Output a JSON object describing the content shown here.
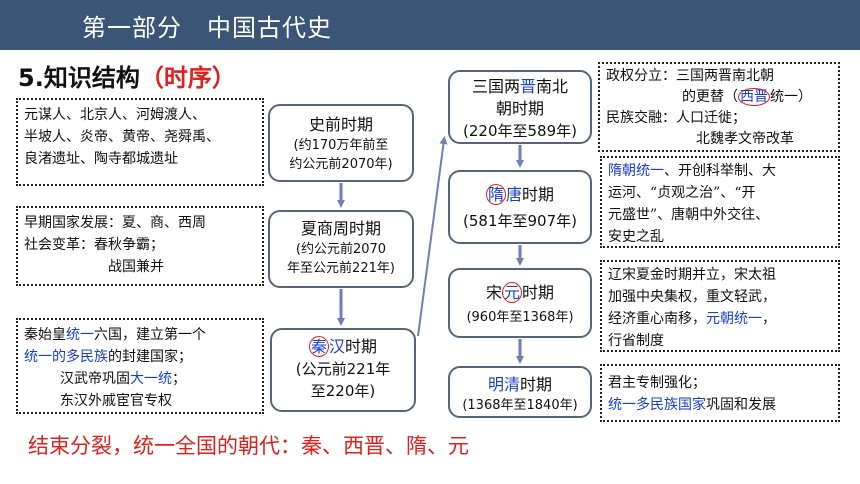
{
  "header": {
    "title": "第一部分　中国古代史"
  },
  "section": {
    "title": "5.知识结构",
    "subtitle": "（时序）"
  },
  "periods": {
    "prehistoric": {
      "name": "史前时期",
      "sub1": "(约170万年前至",
      "sub2": "约公元前2070年)"
    },
    "xsz": {
      "name": "夏商周时期",
      "sub1": "(约公元前2070",
      "sub2": "年至公元前221年)"
    },
    "qinhan": {
      "name_a": "秦",
      "name_b": "汉",
      "name_c": "时期",
      "sub1": "(公元前221年",
      "sub2": "至220年)"
    },
    "sanguo": {
      "name_a": "三国两",
      "name_b": "晋",
      "name_c": "南北",
      "name_d": "朝时期",
      "sub": "(220年至589年)"
    },
    "suitang": {
      "name_a": "隋",
      "name_b": "唐",
      "name_c": "时期",
      "sub": "(581年至907年)"
    },
    "songyuan": {
      "name_a": "宋",
      "name_b": "元",
      "name_c": "时期",
      "sub": "(960年至1368年)"
    },
    "mingqing": {
      "name": "明清",
      "name_c": "时期",
      "sub": "(1368年至1840年)"
    }
  },
  "notes": {
    "prehistoric": {
      "l1": "元谋人、北京人、河姆渡人、",
      "l2": "半坡人、炎帝、黄帝、尧舜禹、",
      "l3": "良渚遗址、陶寺都城遗址"
    },
    "xsz": {
      "l1": "早期国家发展：夏、商、西周",
      "l2": "社会变革：春秋争霸；",
      "l3": "战国兼并"
    },
    "qinhan": {
      "l1a": "秦始皇",
      "l1b": "统一",
      "l1c": "六国，建立第一个",
      "l2a": "统一的多民族",
      "l2b": "的封建国家；",
      "l3a": "汉武帝巩固",
      "l3b": "大一统",
      "l3c": "；",
      "l4": "东汉外戚宦官专权"
    },
    "sanguo": {
      "l1": "政权分立：三国两晋南北朝",
      "l2a": "的更替（",
      "l2b": "西晋",
      "l2c": "统一）",
      "l3": "民族交融：人口迁徙；",
      "l4": "北魏孝文帝改革"
    },
    "suitang": {
      "l1a": "隋朝统一",
      "l1b": "、开创科举制、大",
      "l2": "运河、“贞观之治”、“开",
      "l3": "元盛世”、唐朝中外交往、",
      "l4": "安史之乱"
    },
    "songyuan": {
      "l1": "辽宋夏金时期并立，宋太祖",
      "l2": "加强中央集权，重文轻武，",
      "l3a": "经济重心南移，",
      "l3b": "元朝统一",
      "l3c": "，",
      "l4": "行省制度"
    },
    "mingqing": {
      "l1": "君主专制强化；",
      "l2a": "统一多民族国家",
      "l2b": "巩固和发展"
    }
  },
  "footer": {
    "text": "结束分裂，统一全国的朝代：秦、西晋、隋、元"
  },
  "colors": {
    "header_bg": "#3a5575",
    "accent_red": "#e0201c",
    "accent_blue": "#1a3fd0",
    "box_border": "#55667a",
    "arrow": "#6e7fb3"
  }
}
